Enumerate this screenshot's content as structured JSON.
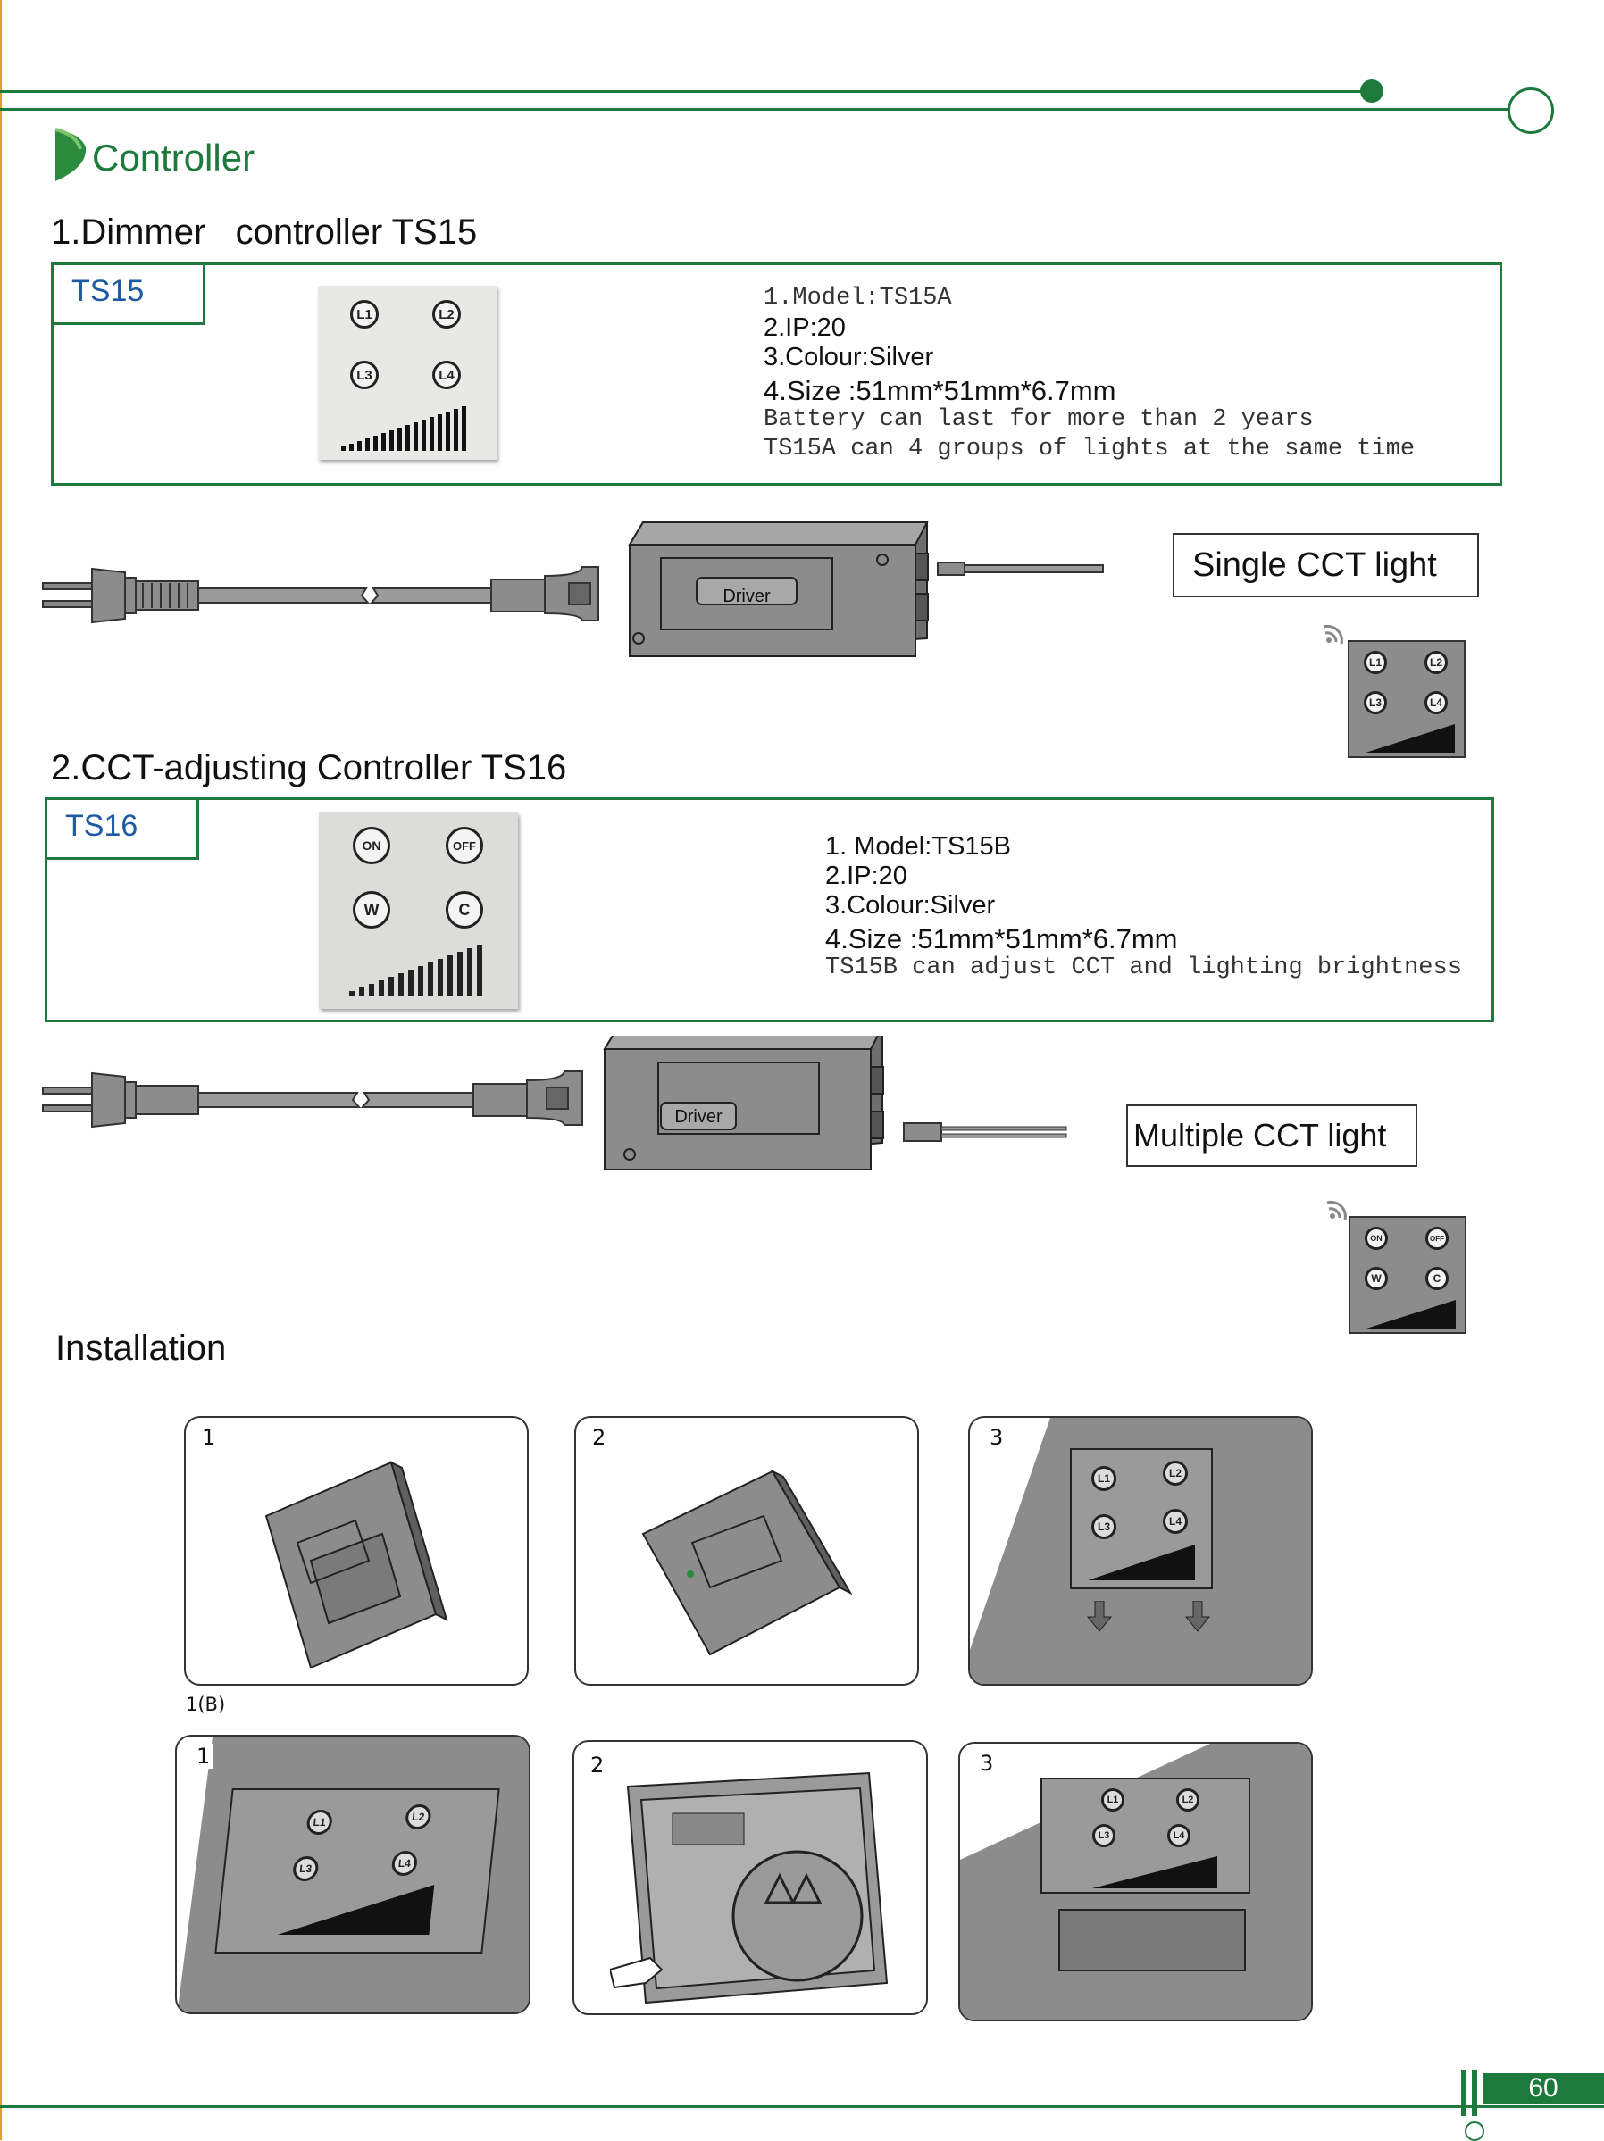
{
  "header": {
    "title": "Controller"
  },
  "ts15": {
    "heading": "1.Dimmer   controller TS15",
    "tag": "TS15",
    "specs": [
      "1.Model:TS15A",
      "2.IP:20",
      "3.Colour:Silver",
      "4.Size :51mm*51mm*6.7mm",
      "Battery can last for more than 2 years",
      "TS15A can 4 groups of lights at the same time"
    ],
    "buttons": [
      "L1",
      "L2",
      "L3",
      "L4"
    ],
    "driver_label": "Driver",
    "output_label": "Single CCT light"
  },
  "ts16": {
    "heading": "2.CCT-adjusting Controller TS16",
    "tag": "TS16",
    "specs": [
      "1. Model:TS15B",
      "2.IP:20",
      "3.Colour:Silver",
      "4.Size :51mm*51mm*6.7mm",
      "TS15B can adjust CCT and lighting brightness"
    ],
    "buttons": [
      "ON",
      "OFF",
      "W",
      "C"
    ],
    "driver_label": "Driver",
    "output_label": "Multiple CCT light"
  },
  "installation": {
    "heading": "Installation",
    "row1_steps": [
      "1",
      "2",
      "3"
    ],
    "row2_caption": "1(B)",
    "row2_steps": [
      "1",
      "2",
      "3"
    ]
  },
  "footer": {
    "page_number": "60"
  },
  "colors": {
    "accent": "#1e7a3c",
    "panel_gray": "#8c8c8c"
  }
}
